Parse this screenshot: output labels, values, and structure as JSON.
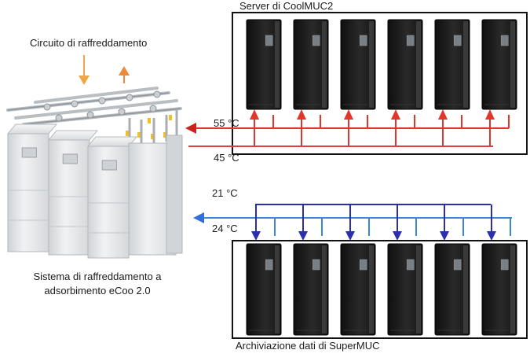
{
  "labels": {
    "top_servers": "Server di CoolMUC2",
    "bottom_servers": "Archiviazione dati di SuperMUC",
    "cooling_circuit": "Circuito di raffreddamento",
    "hot_out": "55 °C",
    "hot_return": "45 °C",
    "cold_in": "21 °C",
    "cold_return": "24 °C",
    "system_line1": "Sistema di raffreddamento a",
    "system_line2": "adsorbimento eCoo 2.0"
  },
  "colors": {
    "hot_pipe": "#e0362c",
    "hot_return_pipe": "#d8453c",
    "cold_pipe": "#2a2fae",
    "cold_return_pipe": "#3b86e0",
    "circuit_down_arrow": "#f0a646",
    "circuit_up_arrow": "#ec8a3a",
    "rack_body": "#1c1c1c",
    "chiller_body": "#e4e6e8"
  },
  "icons": {
    "top_rack": "server-rack-icon",
    "bottom_rack": "server-rack-icon",
    "chiller": "adsorption-chiller-icon"
  }
}
